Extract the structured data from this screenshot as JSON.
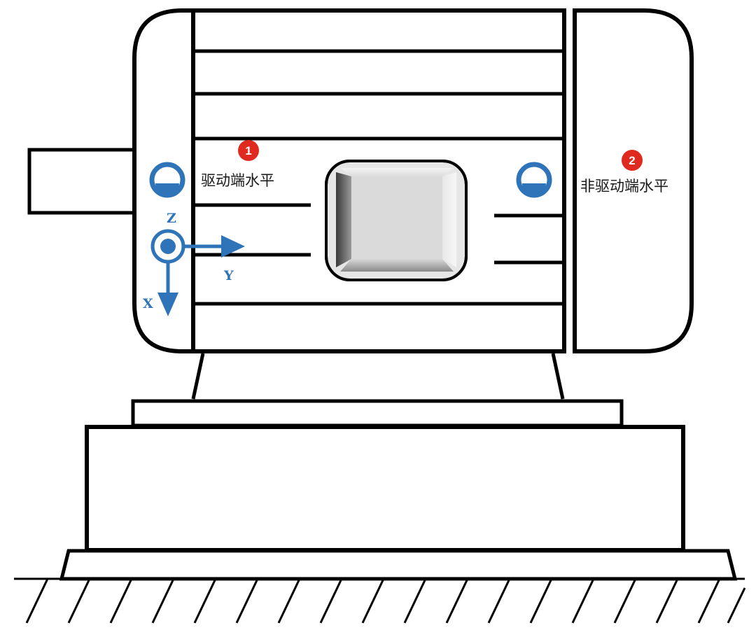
{
  "points": [
    {
      "number": "1",
      "label": "驱动端水平"
    },
    {
      "number": "2",
      "label": "非驱动端水平"
    }
  ],
  "axes": {
    "z": "Z",
    "y": "Y",
    "x": "X"
  },
  "colors": {
    "line": "#000000",
    "accent": "#2f74b8",
    "badge": "#e02a1f"
  }
}
